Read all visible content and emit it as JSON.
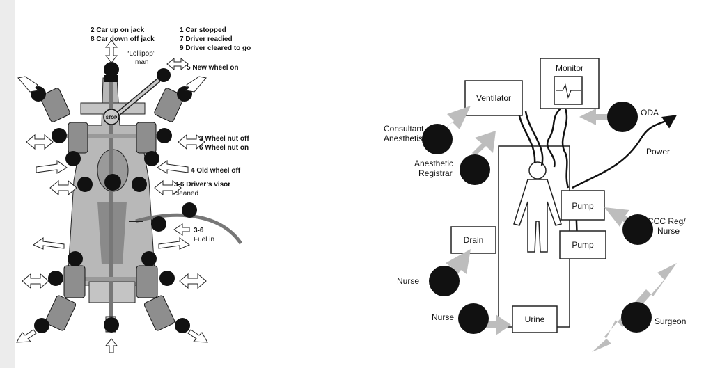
{
  "pitstop": {
    "labels": {
      "car_up": "2 Car up on jack",
      "car_down": "8 Car down off jack",
      "car_stopped": "1 Car stopped",
      "driver_readied": "7 Driver readied",
      "driver_cleared": "9 Driver cleared to go",
      "lollipop": "“Lollipop”",
      "lollipop_man": "man",
      "new_wheel": "5 New wheel on",
      "nut_off": "3 Wheel nut off",
      "nut_on": "6 Wheel nut on",
      "old_wheel": "4 Old wheel off",
      "visor_1": "3-6 Driver’s visor",
      "visor_2": "cleaned",
      "fuel_num": "3-6",
      "fuel_in": "Fuel in",
      "stop": "STOP"
    }
  },
  "theatre": {
    "boxes": {
      "monitor": "Monitor",
      "ventilator": "Ventilator",
      "pump1": "Pump",
      "pump2": "Pump",
      "drain": "Drain",
      "urine": "Urine"
    },
    "people": {
      "oda": "ODA",
      "consultant_1": "Consultant",
      "consultant_2": "Anesthetist",
      "registrar_1": "Anesthetic",
      "registrar_2": "Registrar",
      "ccc_1": "CCC Reg/",
      "ccc_2": "Nurse",
      "nurse1": "Nurse",
      "nurse2": "Nurse",
      "surgeon": "Surgeon",
      "power": "Power"
    }
  },
  "colors": {
    "person": "#111111",
    "car": "#b8b8b8",
    "arrow": "#bdbdbd"
  }
}
